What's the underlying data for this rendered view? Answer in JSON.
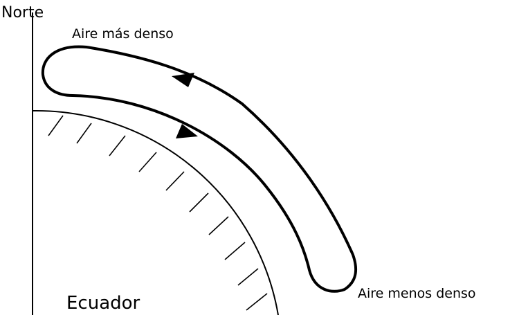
{
  "labels": {
    "north": "Norte",
    "equator": "Ecuador",
    "denser_air": "Aire más denso",
    "less_dense_air": "Aire menos denso"
  },
  "colors": {
    "stroke": "#000000",
    "background": "#ffffff"
  },
  "flow": {
    "upper_branch_direction": "toward Norte",
    "lower_branch_direction": "toward Ecuador"
  }
}
